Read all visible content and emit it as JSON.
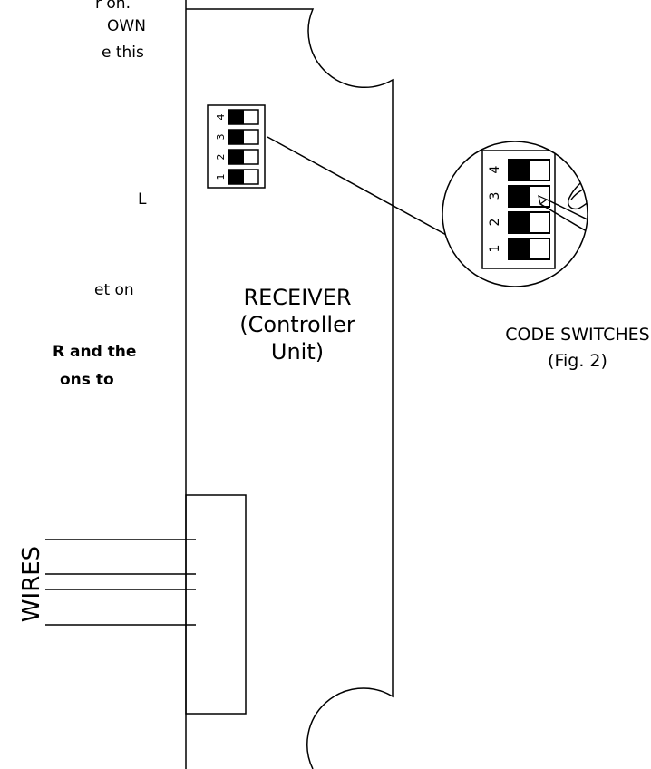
{
  "text_fragments": [
    {
      "text": "r on.",
      "style": "normal"
    },
    {
      "text": "OWN",
      "style": "normal"
    },
    {
      "text": "e this",
      "style": "normal"
    },
    {
      "text": "L",
      "style": "normal"
    },
    {
      "text": "et on",
      "style": "normal"
    },
    {
      "text": "R and the",
      "style": "bold"
    },
    {
      "text": "ons to",
      "style": "bold"
    }
  ],
  "receiver": {
    "label_line1": "RECEIVER",
    "label_line2": "(Controller",
    "label_line3": "Unit)"
  },
  "switch_numbers": [
    "4",
    "3",
    "2",
    "1"
  ],
  "callout": {
    "title": "CODE SWITCHES",
    "figure": "(Fig. 2)",
    "switch_numbers": [
      "4",
      "3",
      "2",
      "1"
    ]
  },
  "wires_label": "WIRES",
  "colors": {
    "line": "#000000",
    "background": "#ffffff",
    "fill": "#000000"
  }
}
